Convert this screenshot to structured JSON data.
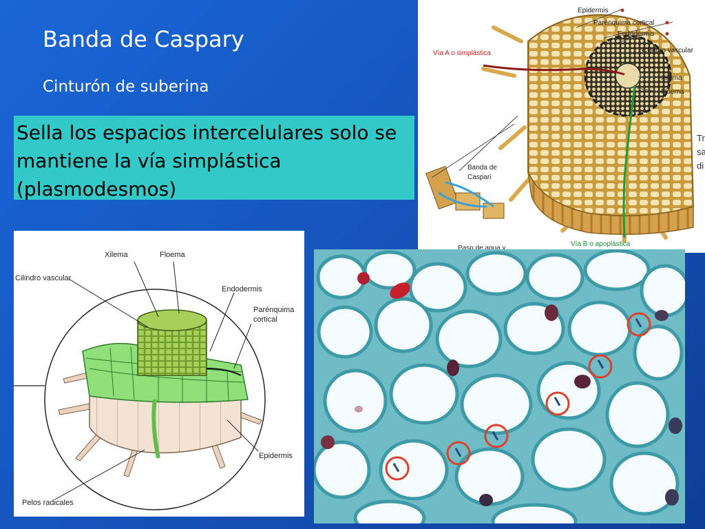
{
  "slide": {
    "title": "Banda de Caspary",
    "subtitle": "Cinturón de suberina",
    "callout": "Sella los espacios intercelulares solo se mantiene la vía simplástica (plasmodesmos)"
  },
  "figure_top": {
    "labels": {
      "epidermis": "Epidermis",
      "parenquima": "Parénquima cortical",
      "endodermis": "Endodermis",
      "cilindro": "Cilindro vascular",
      "xilema": "Xilema",
      "floema": "Floema",
      "via_a": "Vía A o simplástica",
      "via_b": "Vía B o apoplástica",
      "banda_1": "Banda de",
      "banda_2": "Caspari",
      "paso": "Paso de agua y",
      "frag_1": "Tr",
      "frag_2": "sa",
      "frag_3": "di"
    }
  },
  "figure_bottom_left": {
    "labels": {
      "xilema": "Xilema",
      "floema": "Floema",
      "cilindro": "Cilindro vascular",
      "endodermis": "Endodermis",
      "parenquima_1": "Parénquima",
      "parenquima_2": "cortical",
      "epidermis": "Epidermis",
      "pelos": "Pelos radicales"
    }
  },
  "colors": {
    "background": "#1a66d6",
    "callout": "#33c9c9",
    "highlight_circle": "#e0402a",
    "endodermis_green": "#8fe07a"
  }
}
